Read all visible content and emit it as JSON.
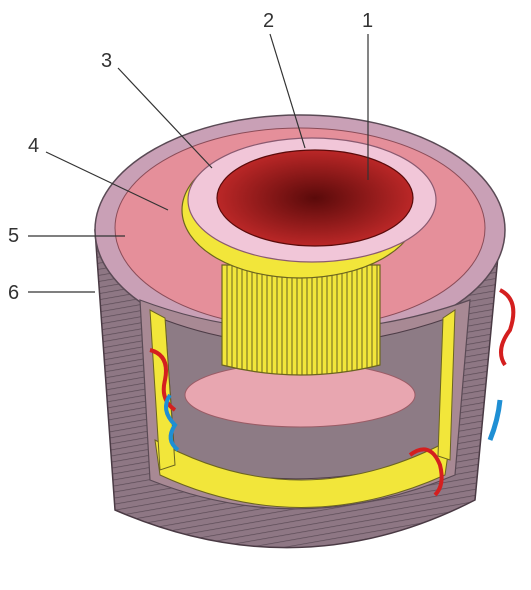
{
  "labels": [
    {
      "id": "1",
      "text": "1"
    },
    {
      "id": "2",
      "text": "2"
    },
    {
      "id": "3",
      "text": "3"
    },
    {
      "id": "4",
      "text": "4"
    },
    {
      "id": "5",
      "text": "5"
    },
    {
      "id": "6",
      "text": "6"
    }
  ],
  "colors": {
    "lumen": "#b01e1e",
    "endothelium": "#f1c6d8",
    "elastic_membrane": "#f2e63a",
    "media": "#e58f9a",
    "external_elastic": "#c9a0b6",
    "adventitia": "#8f7a86",
    "artery": "#d41f1f",
    "vein": "#1f8fd4"
  }
}
